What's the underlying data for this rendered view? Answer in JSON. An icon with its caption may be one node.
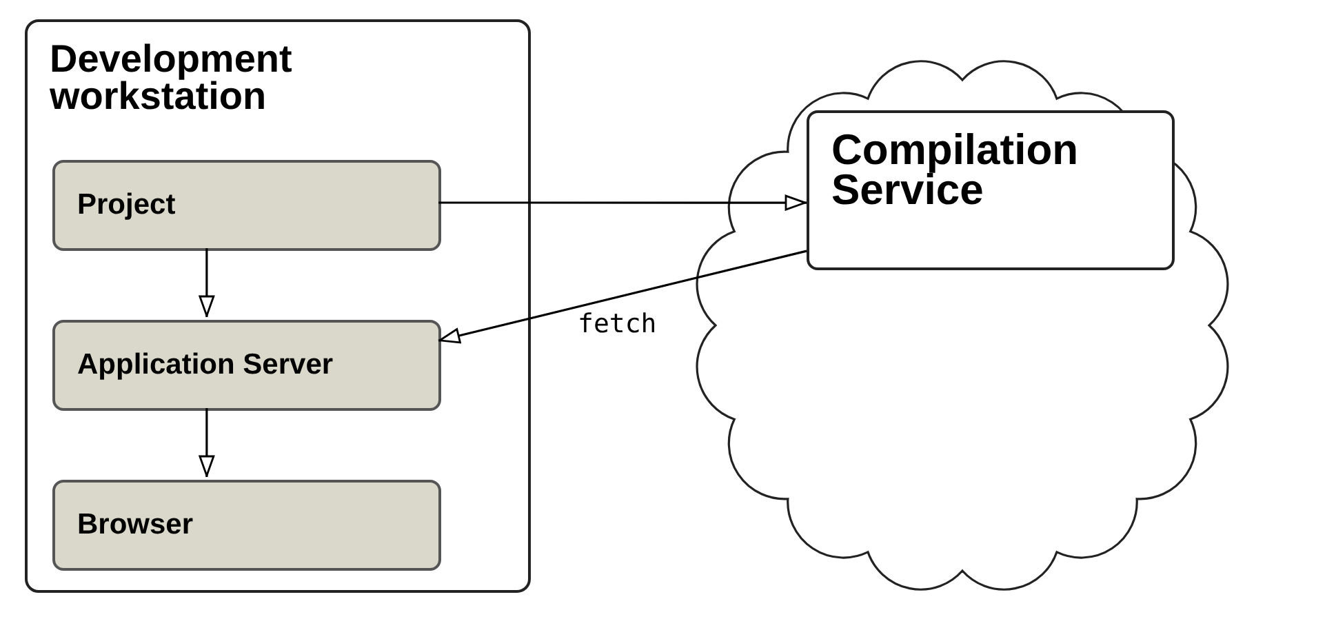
{
  "diagram": {
    "nodes": [
      {
        "text": [
          "Development workstation"
        ]
      },
      {
        "text": [
          "Project"
        ],
        "in": 0
      },
      {
        "text": [
          "Application Server"
        ],
        "in": 0
      },
      {
        "text": [
          "Browser"
        ],
        "in": 0
      },
      {
        "text": [],
        "shape": "cloud"
      },
      {
        "text": [
          "Compilation Service"
        ],
        "in": 4
      }
    ],
    "edges": [
      {
        "from": 1,
        "to": 5,
        "arrow": "to"
      },
      {
        "from": 1,
        "to": 2,
        "arrow": "to"
      },
      {
        "from": 2,
        "to": 3,
        "arrow": "to"
      },
      {
        "from": 5,
        "to": 2,
        "arrow": "to",
        "label": "fetch"
      }
    ]
  }
}
